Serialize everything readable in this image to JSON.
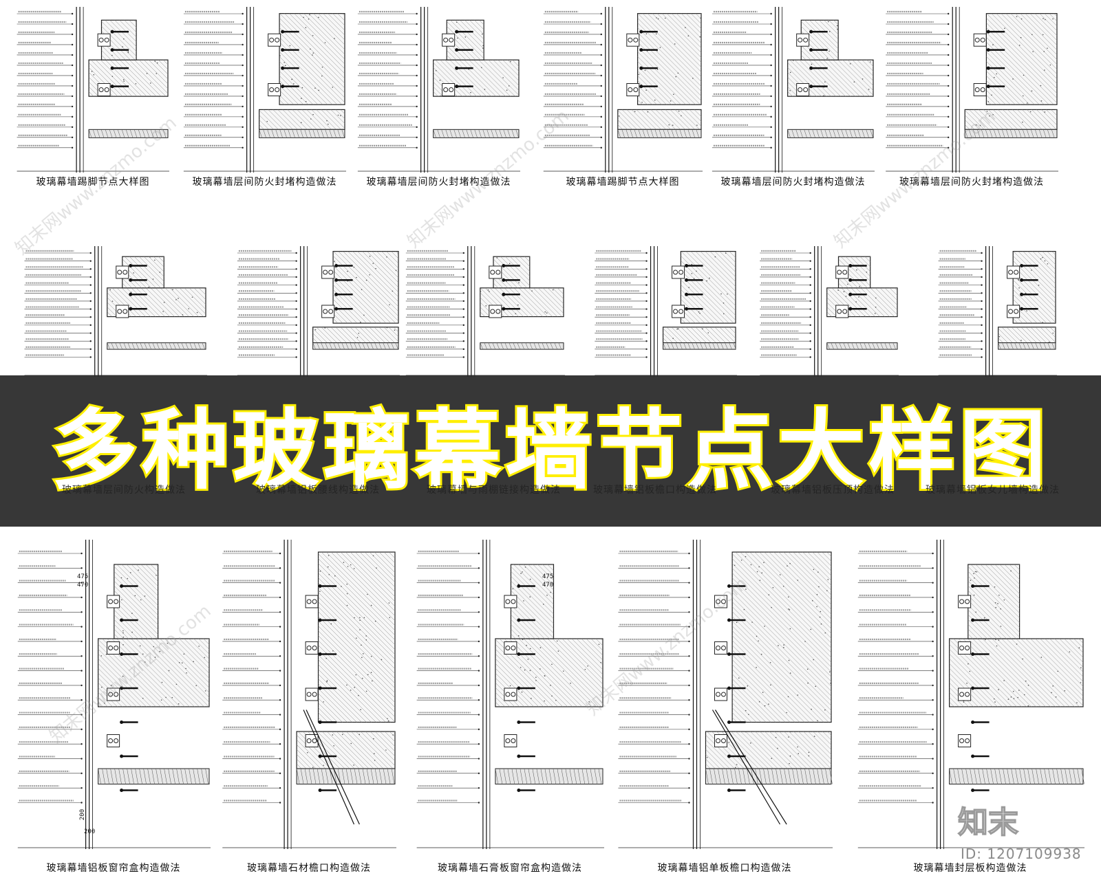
{
  "banner_title": "多种玻璃幕墙节点大样图",
  "captions_row1": [
    "玻璃幕墙踢脚节点大样图",
    "玻璃幕墙层间防火封堵构造做法",
    "玻璃幕墙层间防火封堵构造做法",
    "玻璃幕墙踢脚节点大样图",
    "玻璃幕墙层间防火封堵构造做法",
    "玻璃幕墙层间防火封堵构造做法"
  ],
  "captions_row2": [
    "玻璃幕墙层间防火构造做法",
    "玻璃幕墙铝板腰线构造做法",
    "玻璃幕墙与雨棚链接构造做法",
    "玻璃幕墙铝板檐口构造做法",
    "玻璃幕墙铝板压顶构造做法",
    "玻璃幕墙铝板女儿墙构造做法"
  ],
  "captions_row3": [
    "玻璃幕墙铝板窗帘盒构造做法",
    "玻璃幕墙石材檐口构造做法",
    "玻璃幕墙石膏板窗帘盒构造做法",
    "玻璃幕墙铝单板檐口构造做法",
    "玻璃幕墙封层板构造做法"
  ],
  "dimension_labels": [
    "475",
    "470",
    "200",
    "200",
    "475",
    "470"
  ],
  "logo_text": "知末",
  "id_text": "ID: 1207109938",
  "watermark_text": "知末网www.znzmo.com"
}
